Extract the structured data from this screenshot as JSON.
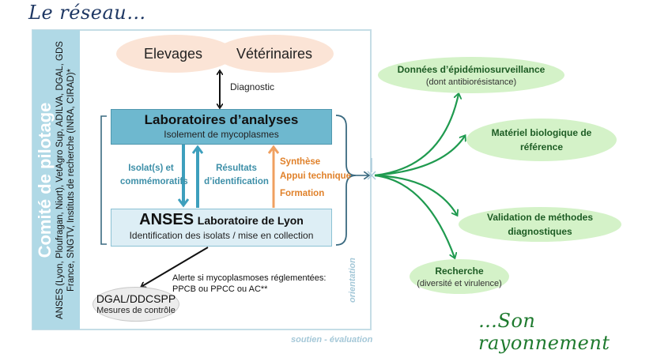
{
  "headings": {
    "left": "Le réseau…",
    "right": "…Son rayonnement"
  },
  "sidebar": {
    "title": "Comité de pilotage",
    "members": "ANSES (Lyon, Ploufragan, Niort), VetAgro Sup, ADILVA, DGAL, GDS France, SNGTV, Instituts de recherche (INRA, CIRAD)*"
  },
  "top_ovals": {
    "left": "Elevages",
    "right": "Vétérinaires"
  },
  "diagnostic_label": "Diagnostic",
  "lab_box": {
    "title": "Laboratoires d’analyses",
    "subtitle": "Isolement de mycoplasmes"
  },
  "anses_box": {
    "title_main": "ANSES",
    "title_rest": "Laboratoire  de Lyon",
    "subtitle": "Identification des isolats / mise en collection"
  },
  "flows": {
    "down_label": [
      "Isolat(s) et",
      "commémoratifs"
    ],
    "up_label": [
      "Résultats",
      "d’identification"
    ],
    "support_label": [
      "Synthèse",
      "Appui technique",
      "Formation"
    ]
  },
  "alert": {
    "line1": "Alerte si mycoplasmoses réglementées:",
    "line2": "PPCB ou PPCC ou AC**"
  },
  "dgal_oval": {
    "title": "DGAL/DDCSPP",
    "subtitle": "Mesures de contrôle"
  },
  "frame_labels": {
    "bottom": "soutien - évaluation",
    "right": "orientation"
  },
  "outputs": [
    {
      "title": "Données d’épidémiosurveillance",
      "subtitle": "(dont antibiorésistance)"
    },
    {
      "title": "Matériel biologique de",
      "title2": "référence"
    },
    {
      "title": "Validation de méthodes",
      "title2": "diagnostiques"
    },
    {
      "title": "Recherche",
      "subtitle": "(diversité et virulence)"
    }
  ],
  "colors": {
    "sidebar": "#b0d9e6",
    "lab_box": "#6eb8cf",
    "anses_box": "#ddeef5",
    "flow_blue": "#3d9fbd",
    "flow_orange": "#f0a060",
    "output_green": "#d4f2c8",
    "arrow_green": "#1f9a4f",
    "bracket": "#3a6a80"
  }
}
